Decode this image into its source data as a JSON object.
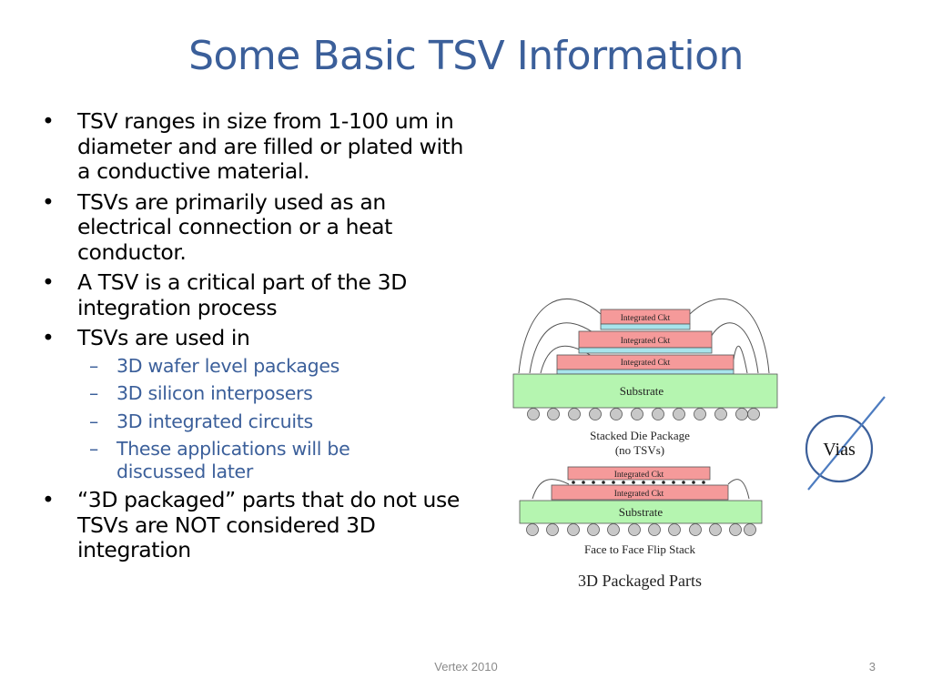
{
  "slide": {
    "title": "Some Basic TSV Information",
    "bullet_marker": "•",
    "sub_marker": "–"
  },
  "bullets": [
    {
      "text": "TSV ranges in size from 1-100 um in diameter and are filled or plated with a conductive material."
    },
    {
      "text": "TSVs are primarily used as an electrical connection or a heat conductor."
    },
    {
      "text": "A TSV is a critical part of the 3D integration process"
    },
    {
      "text": "TSVs are used in",
      "sub": [
        "3D wafer level packages",
        "3D silicon interposers",
        "3D integrated circuits",
        "These applications will be discussed later"
      ]
    },
    {
      "text": "“3D packaged” parts that do not use TSVs are NOT considered 3D integration"
    }
  ],
  "figure": {
    "stacked": {
      "die_labels": [
        "Integrated Ckt",
        "Integrated Ckt",
        "Integrated Ckt"
      ],
      "substrate_label": "Substrate",
      "caption_line1": "Stacked Die Package",
      "caption_line2": "(no TSVs)"
    },
    "flip": {
      "die_labels": [
        "Integrated Ckt",
        "Integrated Ckt"
      ],
      "substrate_label": "Substrate",
      "caption": "Face to Face Flip Stack"
    },
    "figure_title": "3D Packaged Parts",
    "vias_label": "Vias",
    "colors": {
      "die": "#f59a9a",
      "interposer": "#a8e4ec",
      "substrate": "#b5f5b0",
      "ball": "#c8c8c8",
      "vias_circle": "#3b5f9a"
    }
  },
  "footer": {
    "center": "Vertex 2010",
    "page": "3"
  }
}
